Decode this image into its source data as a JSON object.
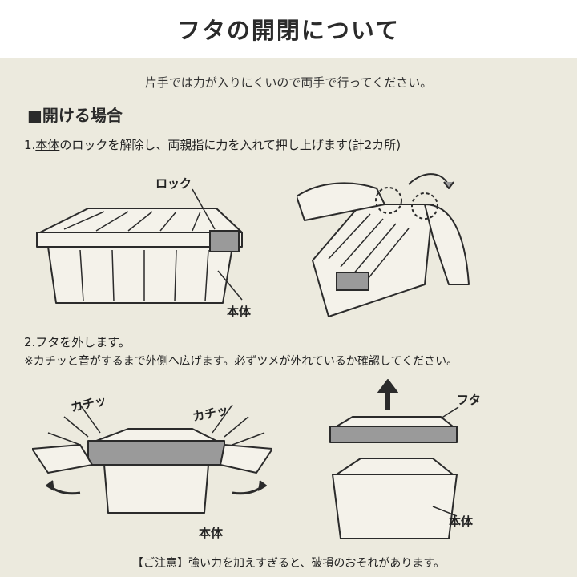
{
  "header": {
    "title": "フタの開閉について"
  },
  "intro": "片手では力が入りにくいので両手で行ってください。",
  "open_section": {
    "title": "■開ける場合",
    "step1_prefix": "1.",
    "step1_underlined": "本体",
    "step1_rest": "のロックを解除し、両親指に力を入れて押し上げます(計2カ所)",
    "labels": {
      "lock": "ロック",
      "body": "本体"
    }
  },
  "step2": {
    "title": "2.フタを外します。",
    "note": "※カチッと音がするまで外側へ広げます。必ずツメが外れているか確認してください。",
    "labels": {
      "click_left": "カチッ",
      "click_right": "カチッ",
      "lid": "フタ",
      "body_left": "本体",
      "body_right": "本体"
    }
  },
  "caution": "【ご注意】強い力を加えすぎると、破損のおそれがあります。",
  "colors": {
    "header_bg": "#ffffff",
    "page_bg": "#eceade",
    "line": "#2b2b2b",
    "grey_part": "#9a9a9a"
  }
}
